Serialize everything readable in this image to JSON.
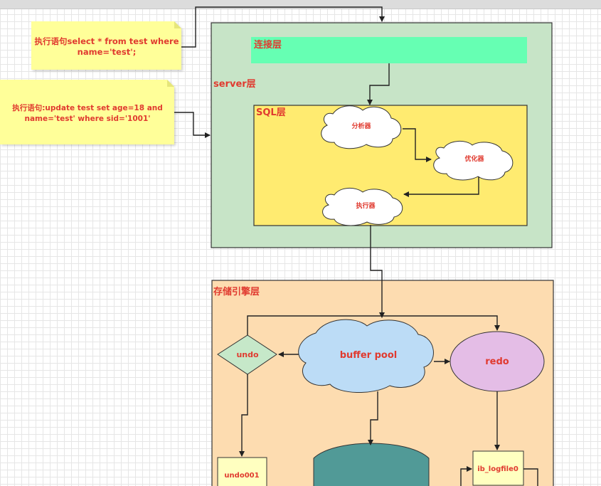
{
  "notes": {
    "select_line1": "执行语句select * from test where",
    "select_line2": "name='test';",
    "update_line1": "执行语句:update test set age=18 and",
    "update_line2": "name='test' where sid='1001'"
  },
  "server": {
    "label": "server层",
    "connection_label": "连接层",
    "sql_label": "SQL层",
    "analyzer": "分析器",
    "optimizer": "优化器",
    "executor": "执行器"
  },
  "storage": {
    "label": "存储引擎层",
    "undo": "undo",
    "buffer_pool": "buffer pool",
    "redo": "redo",
    "undo_file": "undo001",
    "redo_file": "ib_logfile0"
  },
  "colors": {
    "note": "#ffff99",
    "server_bg": "#c7e4c7",
    "connection_bg": "#66ffb3",
    "sql_bg": "#ffeb70",
    "storage_bg": "#fddcb0",
    "undo_bg": "#c6e8c9",
    "buffer_pool_bg": "#bcdcf6",
    "redo_bg": "#e4bde6",
    "disk_bg": "#519a97",
    "file_bg": "#ffffc0"
  }
}
